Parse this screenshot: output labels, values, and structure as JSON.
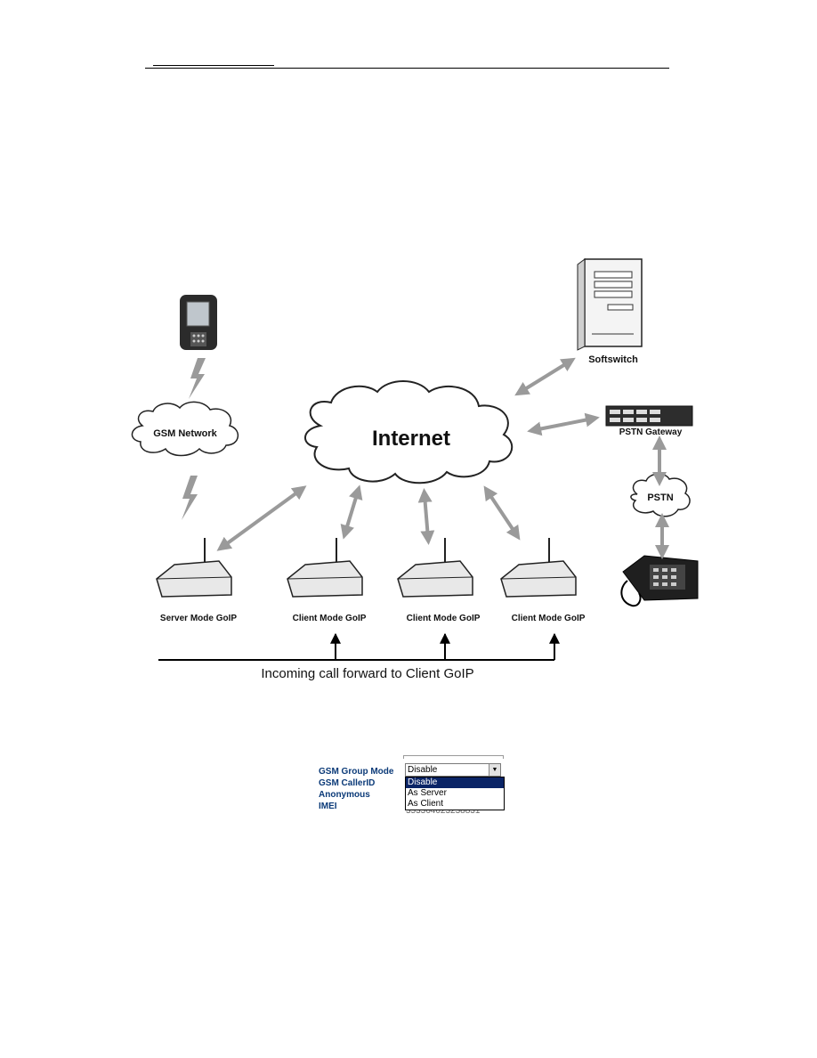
{
  "diagram": {
    "internet_label": "Internet",
    "gsm_network_label": "GSM Network",
    "softswitch_label": "Softswitch",
    "pstn_gateway_label": "PSTN Gateway",
    "pstn_label": "PSTN",
    "devices": [
      {
        "label": "Server Mode GoIP"
      },
      {
        "label": "Client Mode GoIP"
      },
      {
        "label": "Client Mode GoIP"
      },
      {
        "label": "Client Mode GoIP"
      }
    ],
    "forward_label": "Incoming call forward to Client GoIP"
  },
  "settings": {
    "labels": [
      "GSM Group Mode",
      "GSM CallerID",
      "Anonymous",
      "IMEI"
    ],
    "group_mode_value": "Disable",
    "group_mode_options": [
      "Disable",
      "As Server",
      "As Client"
    ],
    "imei_value": "353364023238831"
  }
}
